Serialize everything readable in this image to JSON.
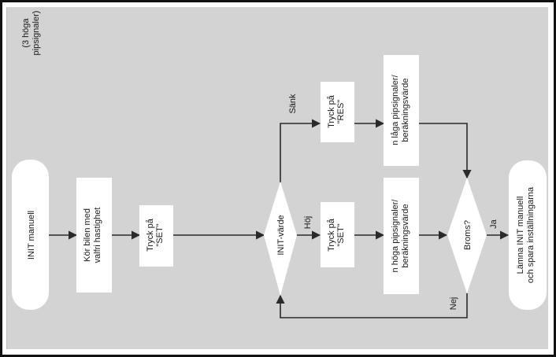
{
  "note": {
    "line1": "(3 höga",
    "line2": "pipsignaler)"
  },
  "nodes": {
    "start": {
      "text": "INIT manuell"
    },
    "drive": {
      "line1": "Kör bilen med",
      "line2": "valfri hastighet"
    },
    "set1": {
      "line1": "Tryck på",
      "line2": "\"SET\""
    },
    "decision": {
      "text": "INIT-värde"
    },
    "res": {
      "line1": "Tryck på",
      "line2": "\"RES\""
    },
    "set2": {
      "line1": "Tryck på",
      "line2": "\"SET\""
    },
    "low": {
      "line1": "n låga pipsignaler/",
      "line2": "beräkningsvärde"
    },
    "high": {
      "line1": "n höga pipsignaler/",
      "line2": "beräkningsvärde"
    },
    "brake": {
      "text": "Broms?"
    },
    "end": {
      "line1": "Lämna INIT manuell",
      "line2": "och spara inställningarna"
    }
  },
  "edge_labels": {
    "lower": "Sänk",
    "raise": "Höj",
    "yes": "Ja",
    "no": "Nej"
  },
  "colors": {
    "panel": "#d3d3d3",
    "shape": "#ffffff",
    "line": "#2a2a2a",
    "frame": "#111111"
  }
}
